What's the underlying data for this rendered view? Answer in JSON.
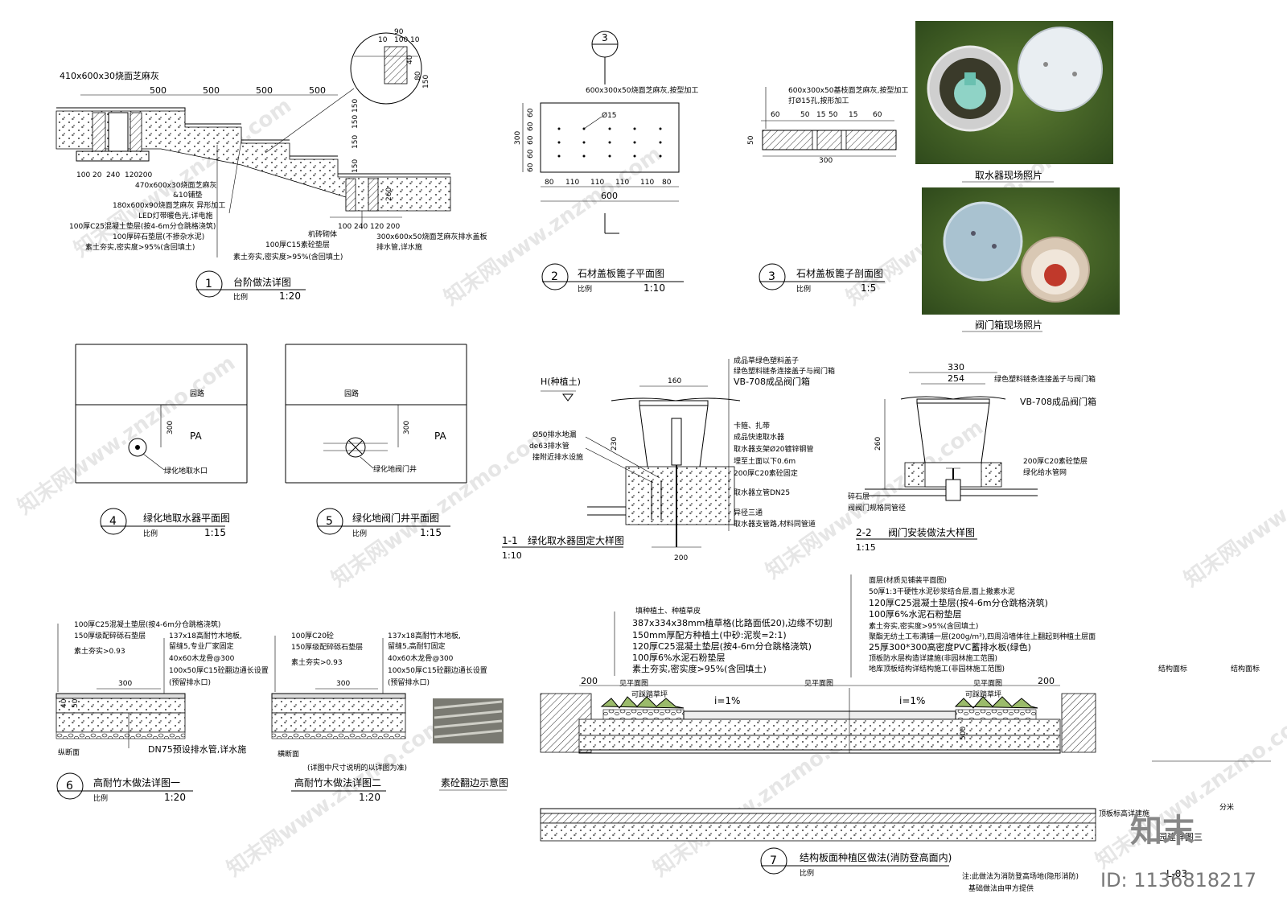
{
  "details": {
    "d1": {
      "num": "1",
      "title": "台阶做法详图",
      "scale_label": "比例",
      "scale": "1:20",
      "dims": [
        "410x600x30烧面芝麻灰",
        "500",
        "500",
        "500",
        "500",
        "90",
        "10",
        "100",
        "10",
        "40",
        "80",
        "150",
        "260",
        "100",
        "20",
        "240",
        "120",
        "200",
        "150",
        "150",
        "150",
        "150",
        "100",
        "240",
        "120",
        "200"
      ],
      "notes": [
        "470x600x30烧面芝麻灰",
        "&10铺垫",
        "180x600x90烧面芝麻灰 异形加工",
        "LED灯带暖色光,详电施",
        "100厚C25混凝土垫层(按4-6m分仓跳格浇筑)",
        "100厚碎石垫层(不掺杂水泥)",
        "素土夯实,密实度>95%(含回填土)",
        "机砖砌体",
        "100厚C15素砼垫层",
        "素土夯实,密实度>95%(含回填土)",
        "300x600x50烧面芝麻灰排水盖板",
        "排水管,详水施"
      ]
    },
    "d2": {
      "num": "2",
      "title": "石材盖板篦子平面图",
      "scale_label": "比例",
      "scale": "1:10",
      "note": "600x300x50烧面芝麻灰,按型加工",
      "hole": "Ø15",
      "dims_v": [
        "300",
        "60",
        "60",
        "60",
        "60",
        "60"
      ],
      "dims_h": [
        "80",
        "110",
        "110",
        "110",
        "110",
        "80"
      ],
      "total": "600"
    },
    "d3": {
      "num": "3",
      "title": "石材盖板篦子剖面图",
      "scale_label": "比例",
      "scale": "1:5",
      "note1": "600x300x50基枝面芝麻灰,按型加工",
      "note2": "打Ø15孔,按形加工",
      "dims": [
        "60",
        "50",
        "15",
        "50",
        "15",
        "60"
      ],
      "h": "50",
      "total": "300"
    },
    "photo1": {
      "caption": "取水器现场照片"
    },
    "photo2": {
      "caption": "阀门箱现场照片"
    },
    "d4": {
      "num": "4",
      "title": "绿化地取水器平面图",
      "scale_label": "比例",
      "scale": "1:15",
      "road": "园路",
      "pa": "PA",
      "dim": "300",
      "label": "绿化地取水口"
    },
    "d5": {
      "num": "5",
      "title": "绿化地阀门井平面图",
      "scale_label": "比例",
      "scale": "1:15",
      "road": "园路",
      "pa": "PA",
      "dim": "300",
      "label": "绿化地阀门井"
    },
    "d11": {
      "num": "1-1",
      "title": "绿化取水器固定大样图",
      "scale": "1:10",
      "level": "H(种植土)",
      "labels": [
        "成品草绿色塑料盖子",
        "绿色塑料链条连接盖子与阀门箱",
        "VB-708成品阀门箱",
        "卡箍、扎带",
        "成品快速取水器",
        "取水器支架Ø20镀锌钢管",
        "埋至土面以下0.6m",
        "200厚C20素砼固定",
        "取水器立管DN25",
        "异径三通",
        "取水器支管路,材料同管道"
      ],
      "left": [
        "Ø50排水地漏",
        "de63排水管",
        "接附近排水设施"
      ],
      "dims": [
        "160",
        "230",
        "200"
      ]
    },
    "d22": {
      "num": "2-2",
      "title": "阀门安装做法大样图",
      "scale": "1:15",
      "labels": [
        "绿色塑料链条连接盖子与阀门箱",
        "VB-708成品阀门箱",
        "200厚C20素砼垫层",
        "绿化给水管网"
      ],
      "left": [
        "碎石层",
        "阀阀门规格同管径"
      ],
      "dims": [
        "330",
        "254",
        "260"
      ]
    },
    "d6": {
      "num": "6",
      "title": "高耐竹木做法详图一",
      "scale_label": "比例",
      "scale": "1:20",
      "notes_l": [
        "100厚C25混凝土垫层(按4-6m分仓跳格浇筑)",
        "150厚级配碎砾石垫层",
        "素土夯实>0.93"
      ],
      "notes_r": [
        "137x18高耐竹木地板,",
        "留缝5,专业厂家固定",
        "40x60木龙骨@300",
        "100x50厚C15砼翻边通长设置",
        "(预留排水口)"
      ],
      "dims": [
        "300",
        "40",
        "50"
      ],
      "pipe": "DN75预设排水管,详水施",
      "side": "纵断面"
    },
    "d6b": {
      "title": "高耐竹木做法详图二",
      "scale": "1:20",
      "notes_l": [
        "100厚C20砼",
        "150厚级配碎砾石垫层",
        "素土夯实>0.93"
      ],
      "notes_r": [
        "137x18高耐竹木地板,",
        "留缝5,高耐钉固定",
        "40x60木龙骨@300",
        "100x50厚C15砼翻边通长设置",
        "(预留排水口)"
      ],
      "dims": [
        "300"
      ],
      "side": "横断面",
      "sub": "(详图中尺寸说明的以详图为准)"
    },
    "photo3": {
      "caption": "素砼翻边示意图"
    },
    "d7": {
      "num": "7",
      "title": "结构板面种植区做法(消防登高面内)",
      "scale_label": "比例",
      "notes_l": [
        "填种植土、种植草皮",
        "387x334x38mm植草格(比路面低20),边缘不切割",
        "150mm厚配方种植土(中砂:泥炭=2:1)",
        "120厚C25混凝土垫层(按4-6m分仓跳格浇筑)",
        "100厚6%水泥石粉垫层",
        "素土夯实,密实度>95%(含回填土)"
      ],
      "notes_r": [
        "面层(材质见铺装平面图)",
        "50厚1:3干硬性水泥砂浆结合层,面上撒素水泥",
        "120厚C25混凝土垫层(按4-6m分仓跳格浇筑)",
        "100厚6%水泥石粉垫层",
        "素土夯实,密实度>95%(含回填土)",
        "聚酯无纺土工布满铺一层(200g/m²),四周沿墙体往上翻起到种植土层面",
        "25厚300*300高密度PVC蓄排水板(绿色)",
        "顶板防水层构造详建施(非园林施工范围)",
        "地库顶板结构详结构施工(非园林施工范围)"
      ],
      "dims": [
        "200",
        "200"
      ],
      "slope": "i=1%",
      "road": "见平面图",
      "grass": "可踩踏草坪",
      "foot1": "注:此做法为消防登高场地(隐形消防)",
      "foot2": "基础做法由甲方提供",
      "side": "顶板标高详建施",
      "dim_v": "500"
    },
    "right": {
      "top": "结构面标",
      "slab": "分米",
      "bottom": "园建详图三",
      "code": "L-03"
    }
  },
  "brand": {
    "name": "知末",
    "id": "ID: 1136818217"
  },
  "watermark": "知末网www.znzmo.com"
}
